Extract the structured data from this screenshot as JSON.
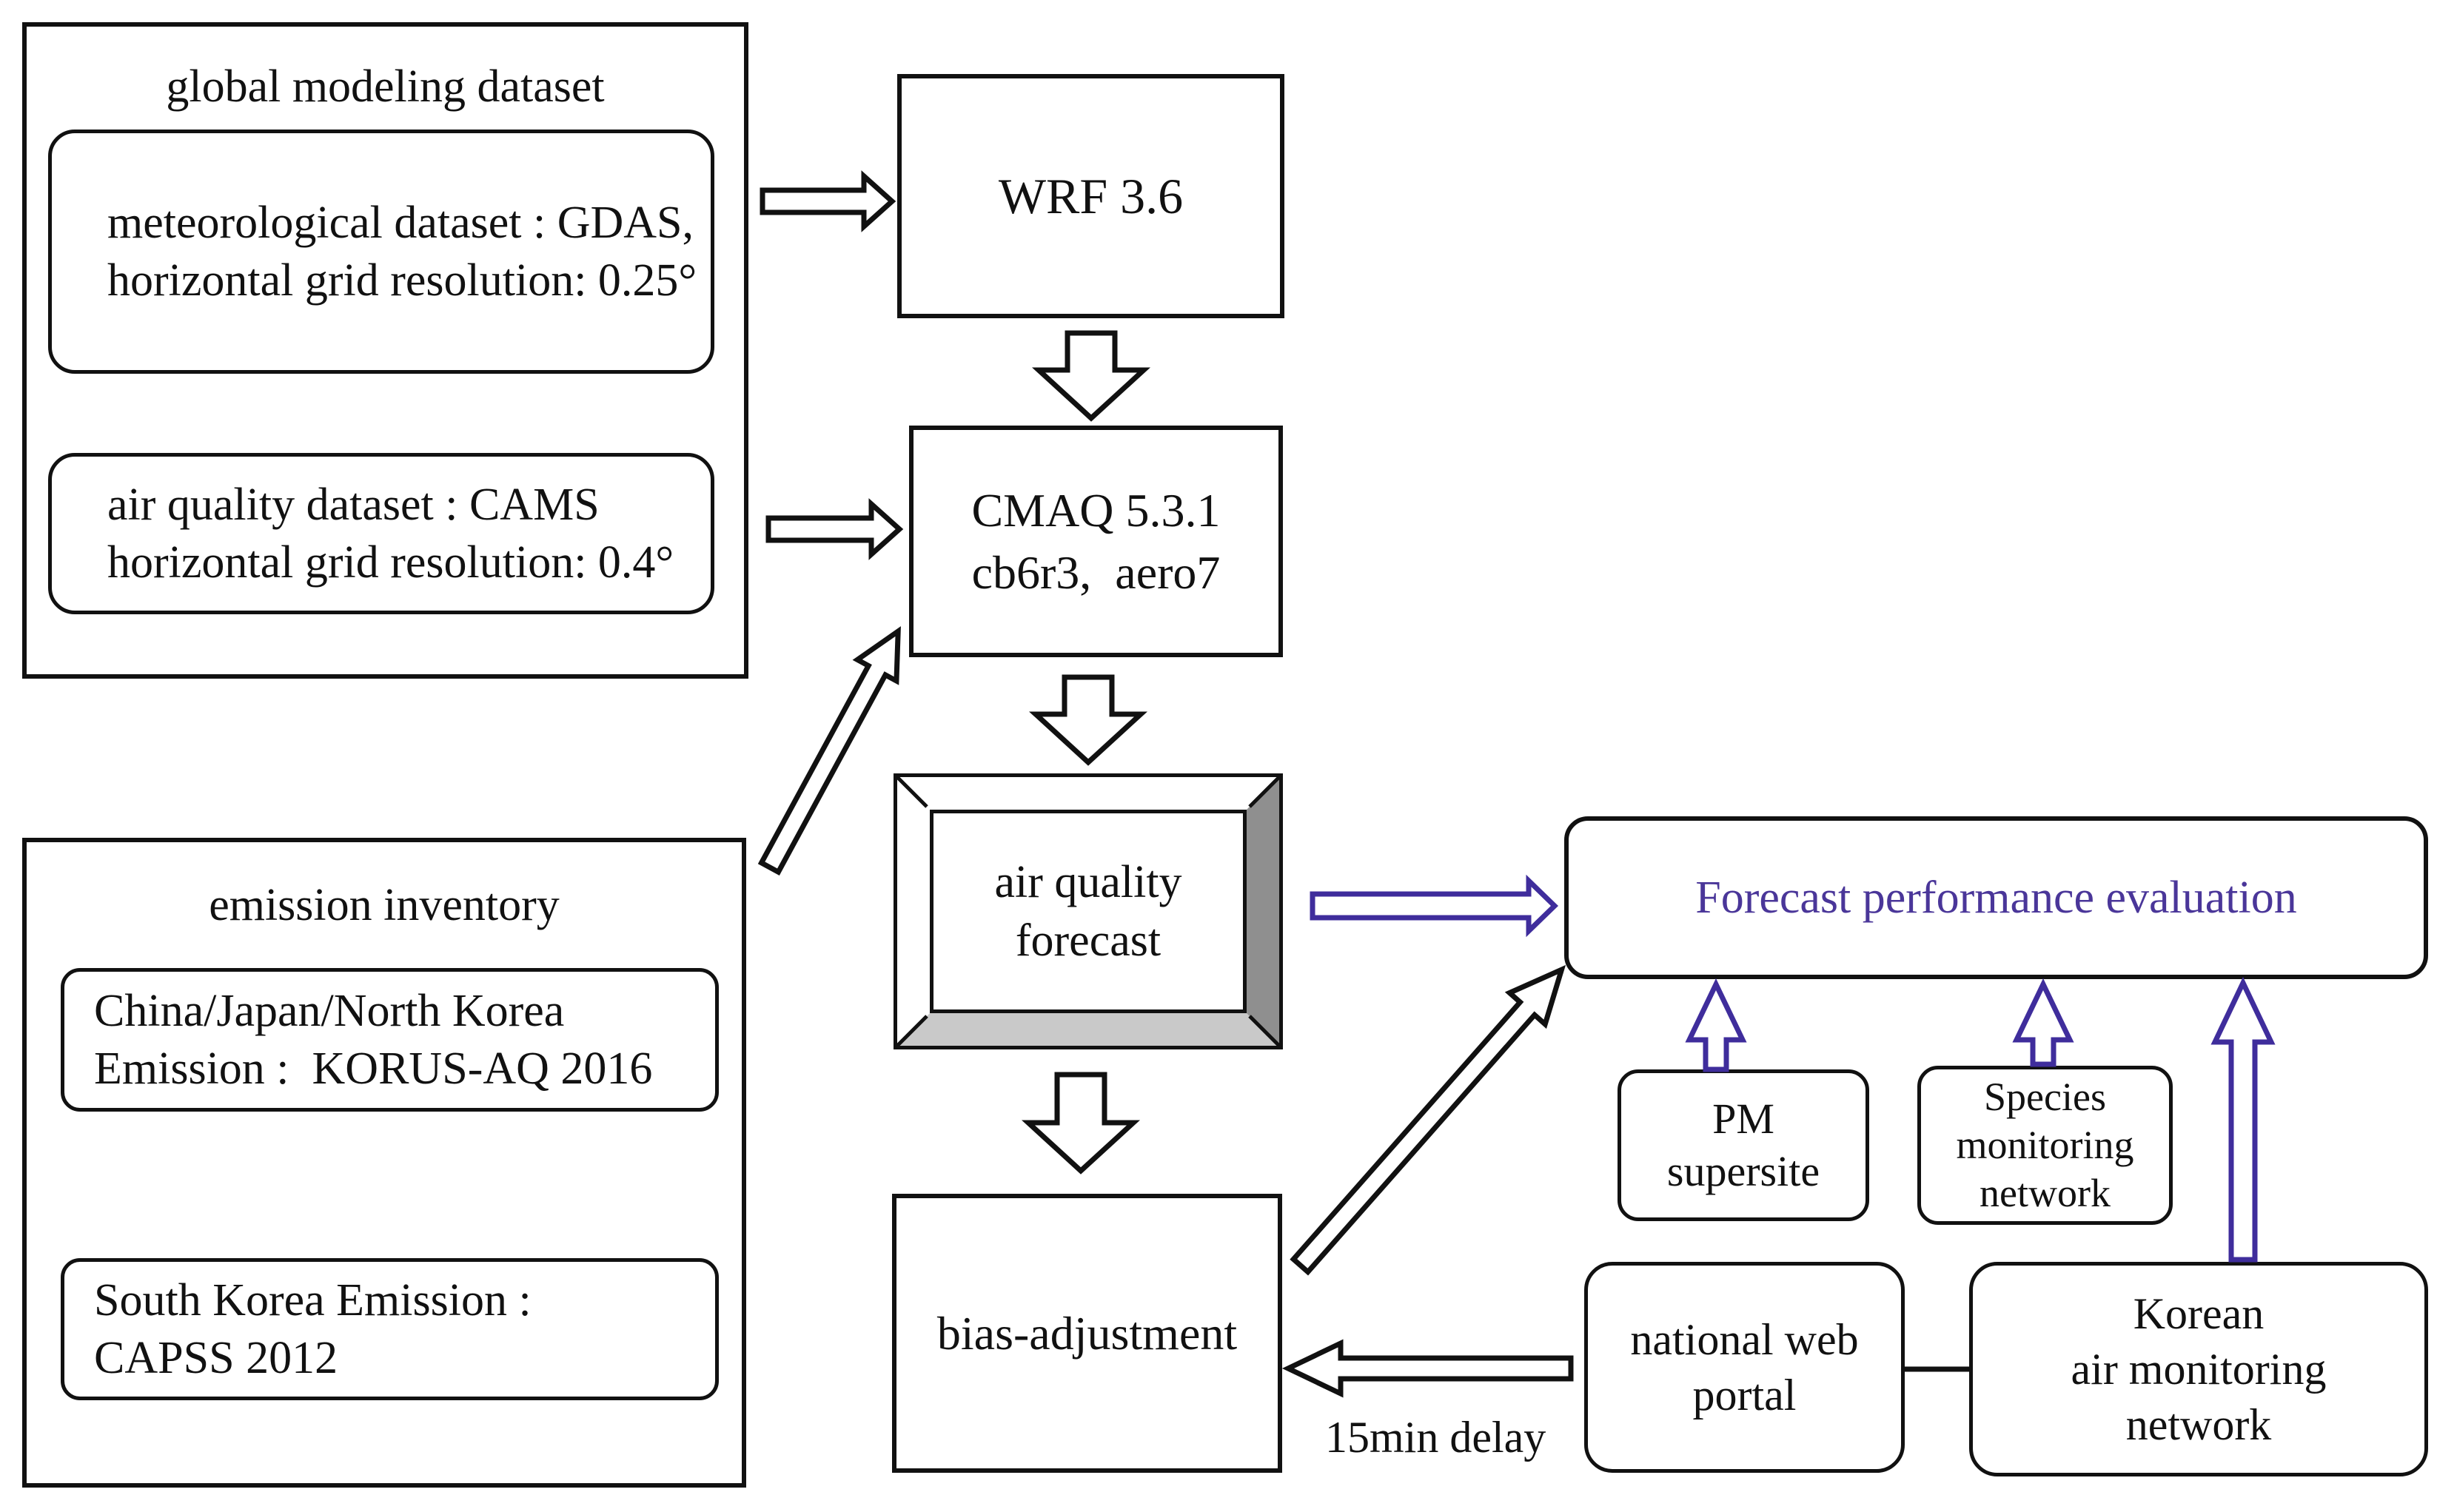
{
  "diagram": {
    "global_dataset": {
      "title": "global modeling dataset",
      "met": {
        "lines": [
          "meteorological dataset : GDAS,",
          "horizontal grid resolution: 0.25°"
        ]
      },
      "aq": {
        "lines": [
          "air quality dataset : CAMS",
          "horizontal grid resolution: 0.4°"
        ]
      }
    },
    "wrf": {
      "label": "WRF 3.6"
    },
    "cmaq": {
      "lines": [
        "CMAQ 5.3.1",
        "cb6r3,  aero7"
      ]
    },
    "forecast": {
      "lines": [
        "air quality",
        "forecast"
      ]
    },
    "bias": {
      "label": "bias-adjustment"
    },
    "emission_inventory": {
      "title": "emission inventory",
      "china": {
        "lines": [
          "China/Japan/North Korea",
          "Emission :  KORUS-AQ 2016"
        ]
      },
      "south_korea": {
        "lines": [
          "South Korea Emission :",
          "CAPSS 2012"
        ]
      }
    },
    "evaluation": {
      "label": "Forecast performance evaluation"
    },
    "pm_supersite": {
      "lines": [
        "PM",
        "supersite"
      ]
    },
    "species_network": {
      "lines": [
        "Species",
        "monitoring",
        "network"
      ]
    },
    "web_portal": {
      "lines": [
        "national web",
        "portal"
      ]
    },
    "korean_network": {
      "lines": [
        "Korean",
        "air monitoring",
        "network"
      ]
    },
    "delay_label": "15min delay",
    "colors": {
      "ink": "#111111",
      "purple_text": "#4a3699",
      "purple_arrow": "#3f2d9c",
      "frame_right": "#8f8f8f",
      "frame_bottom": "#c9c9c9"
    }
  }
}
